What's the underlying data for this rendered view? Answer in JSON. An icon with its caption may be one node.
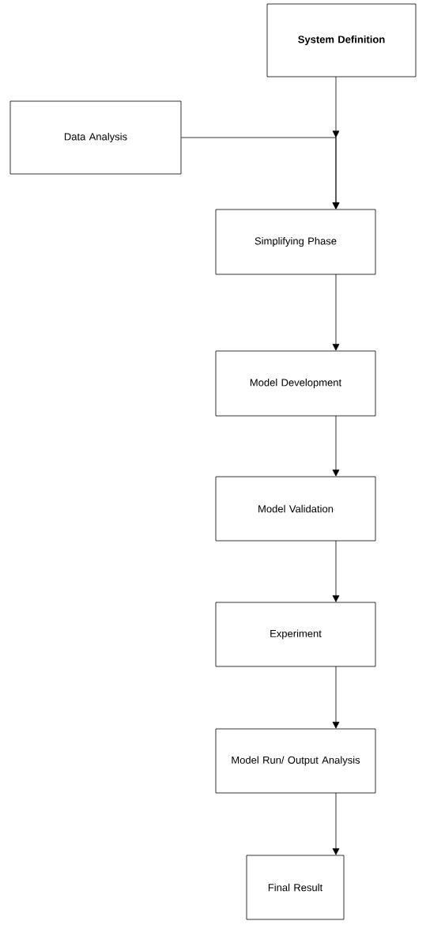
{
  "diagram": {
    "nodes": [
      {
        "text": [
          "System Definition"
        ]
      },
      {
        "text": [
          "Data Analysis"
        ]
      },
      {
        "text": [
          "Simplifying Phase"
        ]
      },
      {
        "text": [
          "Model Development"
        ]
      },
      {
        "text": [
          "Model Validation"
        ]
      },
      {
        "text": [
          "Experiment"
        ]
      },
      {
        "text": [
          "Model Run/ Output Analysis"
        ]
      },
      {
        "text": [
          "Final Result"
        ]
      }
    ],
    "edges": [
      {
        "from": 0,
        "to": 2,
        "arrow": "to"
      },
      {
        "from": 1,
        "to": 2,
        "arrow": "to"
      },
      {
        "from": 2,
        "to": 3,
        "arrow": "to"
      },
      {
        "from": 3,
        "to": 4,
        "arrow": "to"
      },
      {
        "from": 4,
        "to": 5,
        "arrow": "to"
      },
      {
        "from": 5,
        "to": 6,
        "arrow": "to"
      },
      {
        "from": 6,
        "to": 7,
        "arrow": "to"
      }
    ]
  }
}
